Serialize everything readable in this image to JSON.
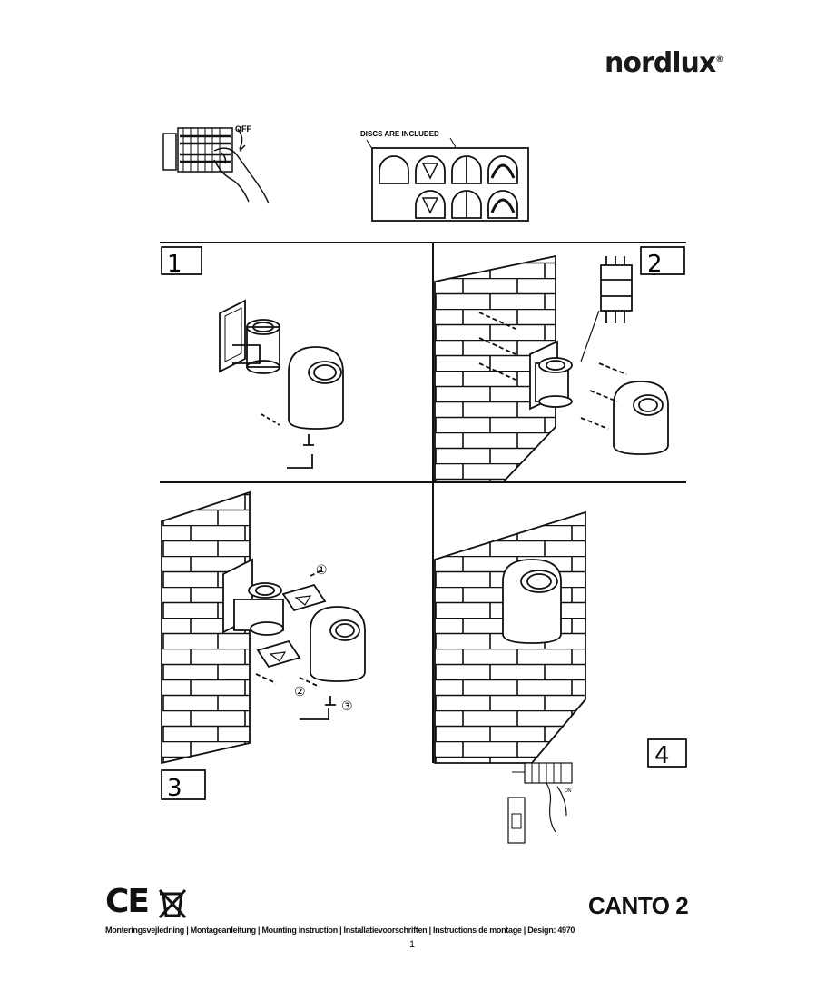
{
  "brand": {
    "logo_text": "nordlux",
    "logo_mark": "®"
  },
  "header": {
    "switch_off_label": "OFF",
    "discs_label": "DISCS ARE INCLUDED"
  },
  "steps": [
    {
      "number": "1"
    },
    {
      "number": "2"
    },
    {
      "number": "3"
    },
    {
      "number": "4"
    }
  ],
  "step3_callouts": [
    "①",
    "②",
    "③"
  ],
  "step4_switch_label": "ON",
  "compliance_marks": "CE",
  "product": {
    "name": "CANTO 2"
  },
  "footer": {
    "languages": "Monteringsvejledning | Montageanleitung | Mounting instruction | Installatievoorschriften | Instructions de montage | Design: 4970",
    "page_number": "1"
  }
}
